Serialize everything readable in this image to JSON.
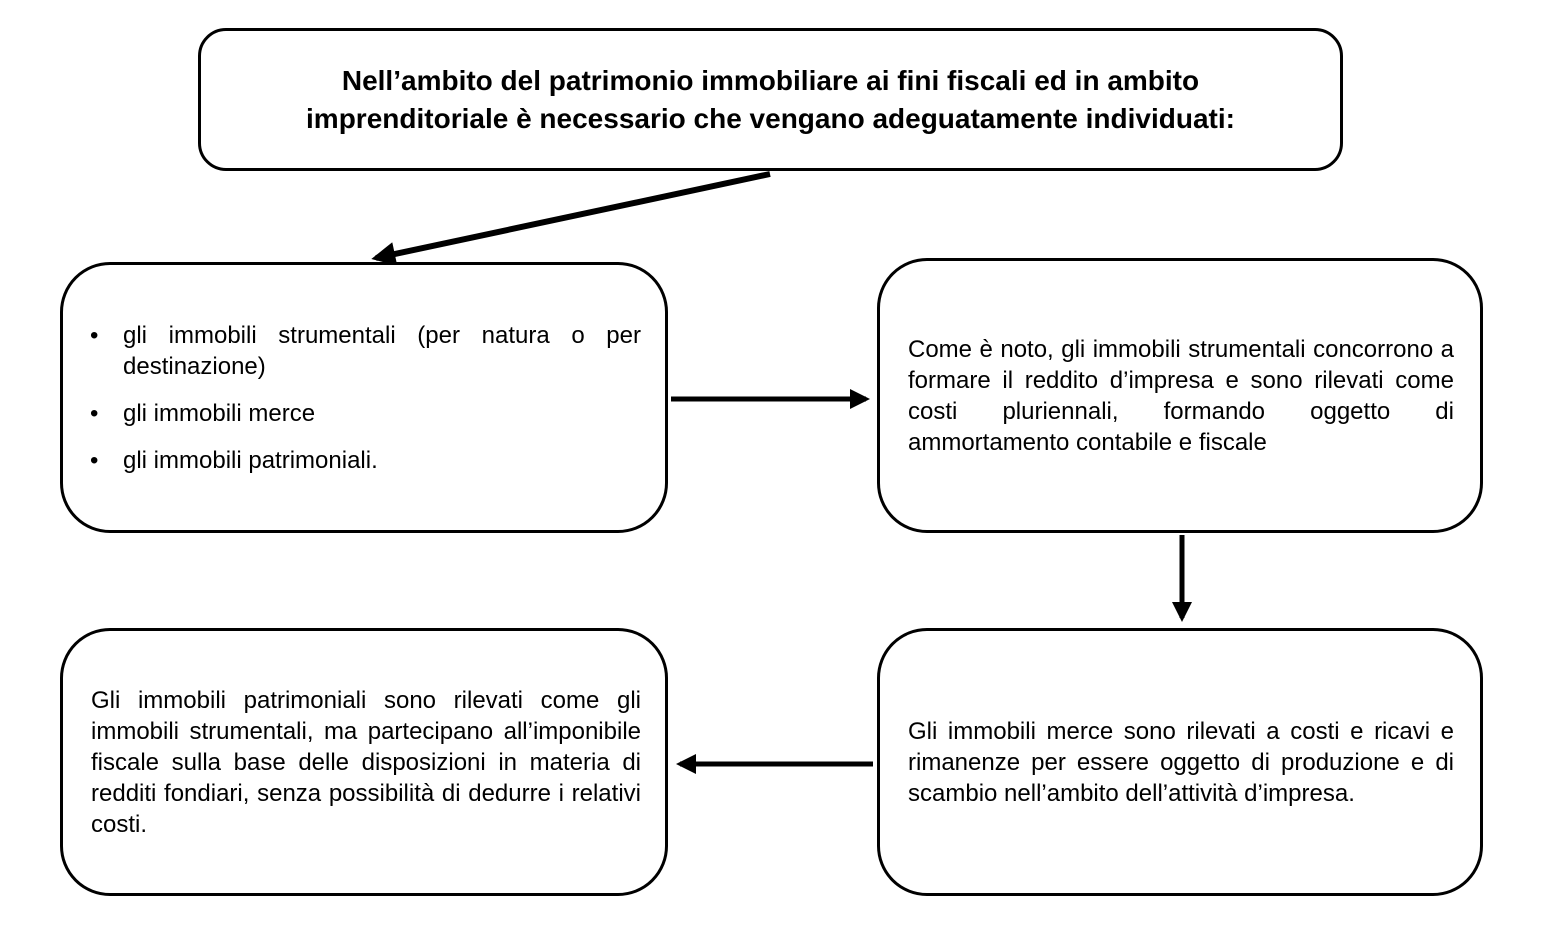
{
  "diagram": {
    "colors": {
      "bg": "#ffffff",
      "border": "#000000",
      "text": "#000000",
      "arrow": "#000000"
    },
    "intro_box": {
      "text": "Nell’ambito del patrimonio immobiliare ai fini fiscali ed in ambito imprenditoriale è necessario che vengano adeguatamente individuati:"
    },
    "categories_box": {
      "bullet_glyph": "•",
      "items": [
        "gli immobili strumentali (per natura o per destinazione)",
        "gli immobili merce",
        "gli immobili patrimoniali."
      ]
    },
    "strumentali_box": {
      "text": "Come è noto, gli immobili strumentali concorrono a formare il reddito d’impresa e sono rilevati come costi pluriennali, formando oggetto di ammortamento contabile e fiscale"
    },
    "merce_box": {
      "text": "Gli immobili merce sono rilevati a costi e ricavi e rimanenze per essere oggetto di produzione e di scambio nell’ambito dell’attività d’impresa."
    },
    "patrimoniali_box": {
      "text": "Gli immobili patrimoniali sono rilevati come gli immobili strumentali, ma partecipano all’imponibile fiscale sulla base delle disposizioni in materia di redditi fondiari, senza possibilità di dedurre i relativi costi."
    }
  }
}
